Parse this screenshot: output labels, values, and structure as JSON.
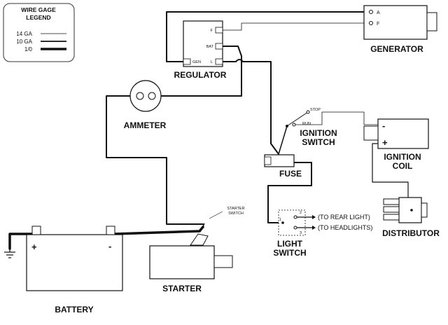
{
  "legend": {
    "title_line1": "WIRE GAGE",
    "title_line2": "LEGEND",
    "items": [
      {
        "label": "14 GA"
      },
      {
        "label": "10 GA"
      },
      {
        "label": "1/0"
      }
    ]
  },
  "generator": {
    "label": "GENERATOR",
    "term_a": "A",
    "term_f": "F"
  },
  "regulator": {
    "label": "REGULATOR",
    "term_f": "F",
    "term_bat": "BAT",
    "term_gen": "GEN",
    "term_l": "L"
  },
  "ammeter": {
    "label": "AMMETER"
  },
  "ignition_switch": {
    "label_line1": "IGNITION",
    "label_line2": "SWITCH",
    "stop": "STOP",
    "run": "RUN"
  },
  "ignition_coil": {
    "label_line1": "IGNITION",
    "label_line2": "COIL",
    "minus": "-",
    "plus": "+"
  },
  "fuse": {
    "label": "FUSE"
  },
  "light_switch": {
    "label_line1": "LIGHT",
    "label_line2": "SWITCH",
    "pos1": "1",
    "pos2": "2",
    "pos3": "3",
    "to_rear": "(TO REAR LIGHT)",
    "to_head": "(TO HEADLIGHTS)"
  },
  "distributor": {
    "label": "DISTRIBUTOR"
  },
  "starter": {
    "label": "STARTER",
    "switch_line1": "STARTER",
    "switch_line2": "SWITCH"
  },
  "battery": {
    "label": "BATTERY",
    "plus": "+",
    "minus": "-"
  }
}
